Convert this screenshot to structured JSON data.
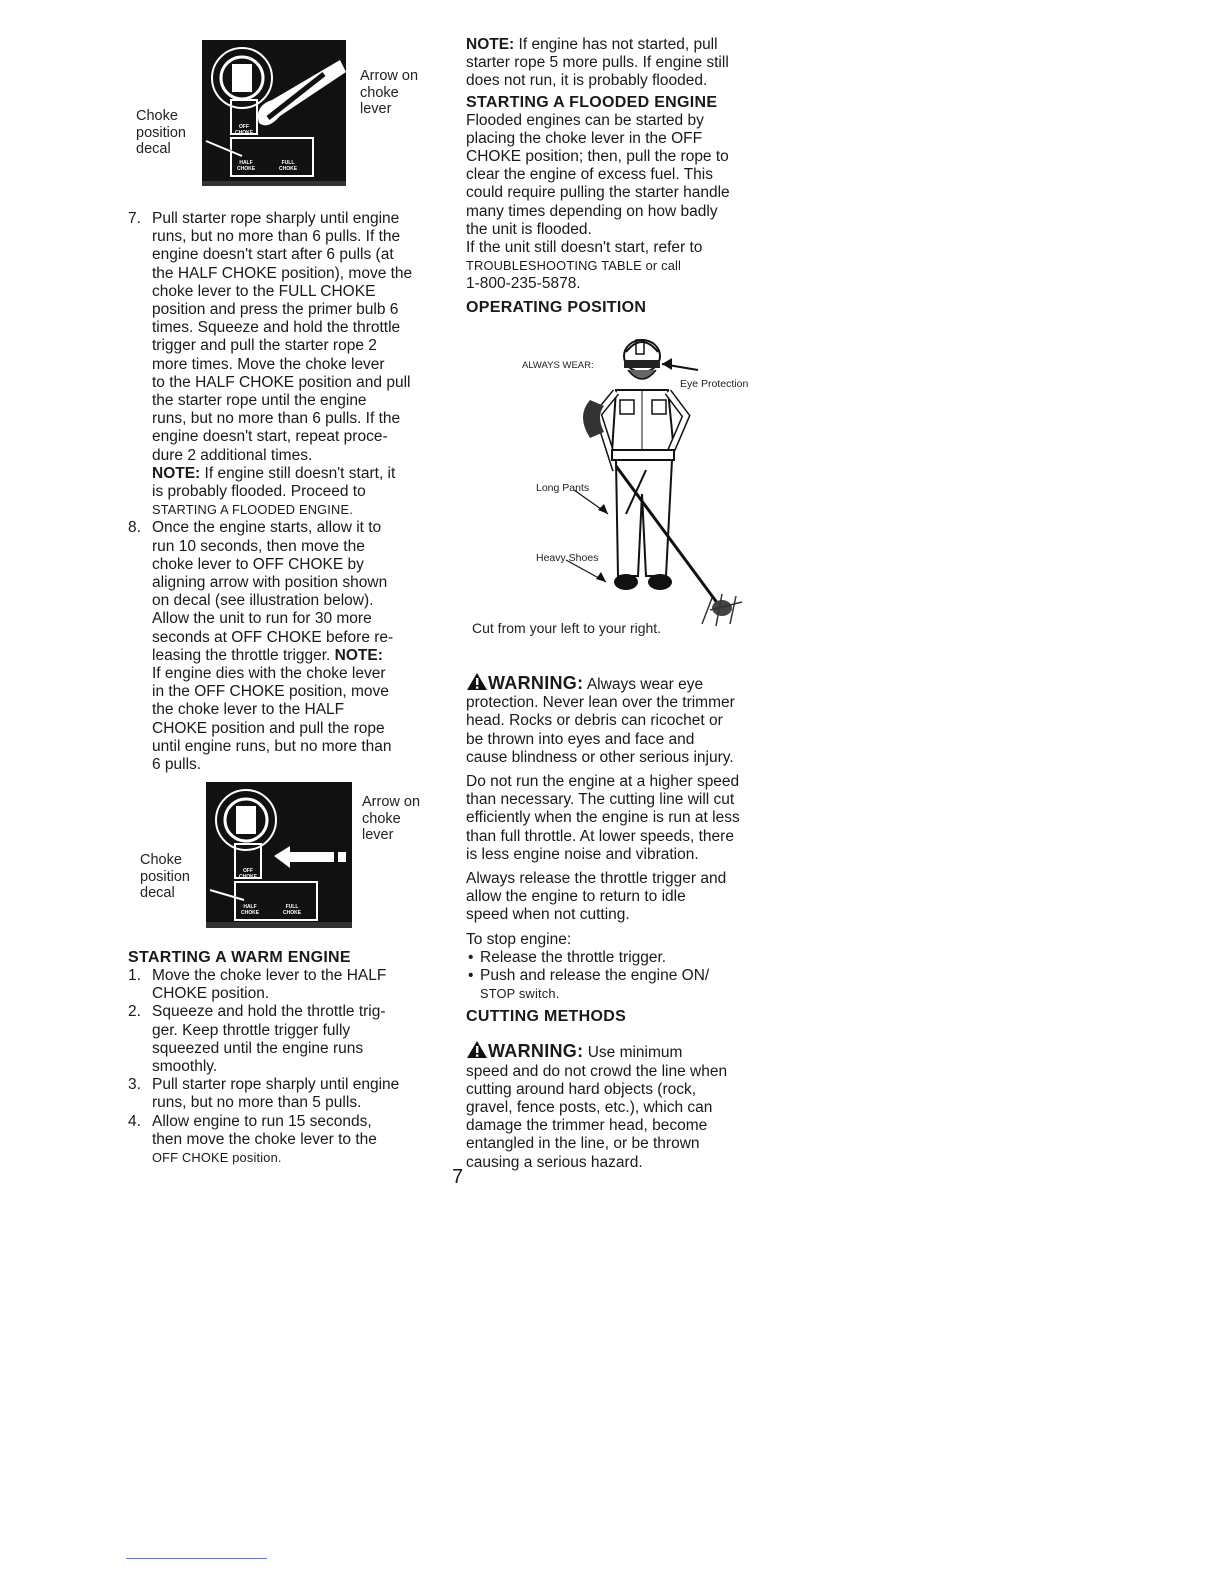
{
  "figure_top": {
    "label_arrow": "Arrow on\nchoke\nlever",
    "label_decal": "Choke\nposition\ndecal",
    "decal_off": "OFF\nCHOKE",
    "decal_half": "HALF\nCHOKE",
    "decal_full": "FULL\nCHOKE"
  },
  "figure_bottom": {
    "label_arrow": "Arrow on\nchoke\nlever",
    "label_decal": "Choke\nposition\ndecal",
    "decal_off": "OFF\nCHOKE",
    "decal_half": "HALF\nCHOKE",
    "decal_full": "FULL\nCHOKE"
  },
  "steps_top": [
    {
      "num": "7.",
      "lines": [
        "Pull starter rope sharply until engine",
        "runs, but no more than 6 pulls. If the",
        "engine doesn't start after 6 pulls (at",
        "the HALF CHOKE position), move the",
        "choke lever to the FULL CHOKE",
        "position and press the primer bulb 6",
        "times. Squeeze and hold the throttle",
        "trigger and pull the starter rope 2",
        "more times. Move the choke lever",
        "to the HALF CHOKE position and pull",
        "the starter rope until the engine",
        "runs, but no more than 6 pulls. If the",
        "engine doesn't start, repeat proce-",
        "dure 2 additional times."
      ],
      "note_label": "NOTE:",
      "note_lines": [
        " If engine still doesn't start, it",
        "is probably flooded. Proceed to",
        "STARTING A FLOODED ENGINE."
      ]
    },
    {
      "num": "8.",
      "lines": [
        "Once the engine starts, allow it to",
        "run 10 seconds, then move the",
        "choke lever to OFF CHOKE by",
        "aligning arrow with position shown",
        "on decal (see illustration below).",
        "Allow the unit to run for 30 more",
        "seconds at OFF CHOKE before re-",
        "leasing the throttle trigger."
      ],
      "note_label": "NOTE:",
      "note_lines": [
        "If engine dies with the choke lever",
        "in the OFF CHOKE position, move",
        "the choke lever to the HALF",
        "CHOKE position and pull the rope",
        "until engine runs, but no more than",
        "6 pulls."
      ]
    }
  ],
  "warm_engine": {
    "heading": "STARTING A WARM ENGINE",
    "steps": [
      {
        "num": "1.",
        "lines": [
          "Move the choke lever to the HALF",
          "CHOKE position."
        ]
      },
      {
        "num": "2.",
        "lines": [
          "Squeeze and hold the throttle trig-",
          "ger. Keep throttle trigger fully",
          "squeezed until the engine runs",
          "smoothly."
        ]
      },
      {
        "num": "3.",
        "lines": [
          "Pull starter rope sharply until engine",
          "runs, but no more than 5 pulls."
        ]
      },
      {
        "num": "4.",
        "lines": [
          "Allow engine to run 15 seconds,",
          "then move the choke lever to the",
          "OFF CHOKE position."
        ]
      }
    ]
  },
  "right": {
    "note_label": "NOTE:",
    "note_lines": [
      " If engine has not started, pull",
      "starter rope 5 more pulls. If engine still",
      "does not run, it is probably flooded."
    ],
    "flooded_heading": "STARTING A FLOODED ENGINE",
    "flooded_lines": [
      "Flooded engines can be started by",
      "placing the choke lever in the OFF",
      "CHOKE position; then, pull the rope to",
      "clear the engine of excess fuel. This",
      "could require pulling the starter handle",
      "many times depending on how badly",
      "the unit is flooded."
    ],
    "flooded_lines2": [
      "If the unit still doesn't start, refer to",
      "TROUBLESHOOTING TABLE or call",
      "1-800-235-5878."
    ],
    "operating_heading": "OPERATING POSITION",
    "fig_always_wear": "ALWAYS WEAR:",
    "fig_eye": "Eye Protection",
    "fig_pants": "Long Pants",
    "fig_shoes": "Heavy Shoes",
    "fig_cut": "Cut from your left to your right.",
    "warning1_head": "WARNING:",
    "warning1_first": " Always wear eye",
    "warning1_lines": [
      "protection. Never lean over the trimmer",
      "head. Rocks or debris can ricochet or",
      "be thrown into eyes and face and",
      "cause blindness or other serious injury."
    ],
    "para_speed": [
      "Do not run the engine at a higher speed",
      "than necessary. The cutting line will cut",
      "efficiently when the engine is run at less",
      "than full throttle. At lower speeds, there",
      "is less engine noise and vibration."
    ],
    "para_release": [
      "Always release the throttle trigger and",
      "allow the engine to return to idle",
      "speed when not cutting."
    ],
    "stop_label": "To stop engine:",
    "stop_bullets": [
      [
        "Release the throttle trigger."
      ],
      [
        "Push and release the engine ON/",
        "STOP switch."
      ]
    ],
    "cutting_heading": "CUTTING METHODS",
    "warning2_head": "WARNING:",
    "warning2_first": " Use minimum",
    "warning2_lines": [
      "speed and do not crowd the line when",
      "cutting around hard objects (rock,",
      "gravel, fence posts, etc.), which can",
      "damage the trimmer head, become",
      "entangled in the line, or be thrown",
      "causing a serious hazard."
    ]
  },
  "page_number": "7"
}
